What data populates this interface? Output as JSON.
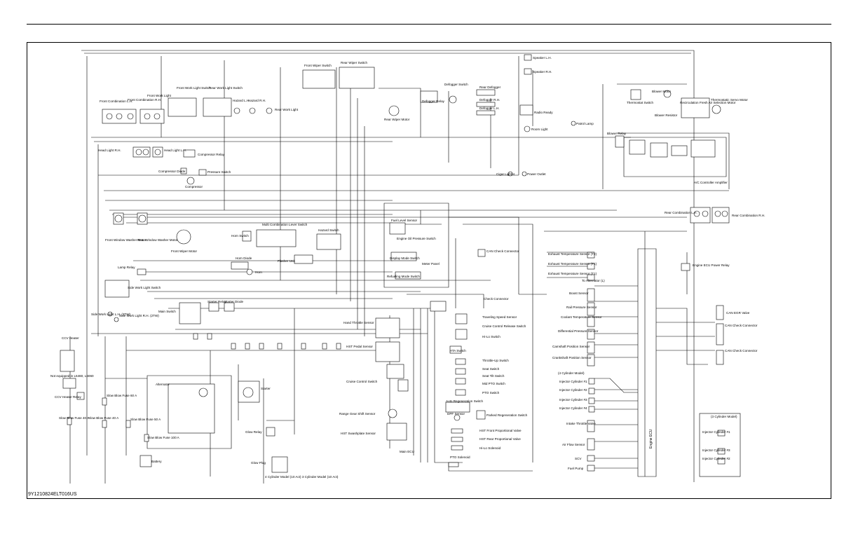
{
  "document": {
    "code": "9Y1210824ELT016US"
  },
  "labels": {
    "front_combination_lh": "Front Combination L.H.",
    "front_combination_rh": "Front Combination R.H.",
    "front_work_light": "Front Work Light",
    "front_work_light_switch": "Front Work Light Switch",
    "rear_work_light_switch": "Rear Work Light Switch",
    "hazard_lh": "Hazard L.H.",
    "hazard_rh": "Hazard R.H.",
    "rear_work_light": "Rear Work Light",
    "front_wiper_switch": "Front Wiper Switch",
    "rear_wiper_switch": "Rear Wiper Switch",
    "rear_wiper_motor": "Rear Wiper Motor",
    "defogger_switch": "Defogger Switch",
    "defogger_relay": "Defogger Relay",
    "rear_defogger": "Rear Defogger",
    "defogger_rh": "Defogger R.H.",
    "defogger_lh": "Defogger L.H.",
    "speaker_lh": "Speaker L.H.",
    "speaker_rh": "Speaker R.H.",
    "radio_ready": "Radio Ready",
    "room_light": "Room Light",
    "patrol_lamp": "Patrol Lamp",
    "blower_motor": "Blower Motor",
    "thermostat_switch": "Thermostat Switch",
    "blower_resistor": "Blower Resistor",
    "recirculation_motor": "Recirculation Fresh Air Selection Motor",
    "thermostatic_servo_motor": "Thermostatic Servo Motor",
    "blower_relay": "Blower Relay",
    "ac_amplifier": "A/C Controller Amplifier",
    "head_light_rh": "Head Light R.H.",
    "head_light_lh": "Head Light L.H.",
    "compressor_relay": "Compressor Relay",
    "compressor_diode": "Compressor Diode",
    "pressure_switch": "Pressure Switch",
    "compressor": "Compressor",
    "cigar_lighter": "Cigar Lighter",
    "power_outlet": "Power Outlet",
    "rear_combination_lh": "Rear Combination L.H.",
    "rear_combination_rh": "Rear Combination R.H.",
    "front_window_washer_motor": "Front Window Washer Motor",
    "rear_window_washer_motor": "Rear Window Washer Motor",
    "front_wiper_motor": "Front Wiper Motor",
    "horn_switch": "Horn Switch",
    "multi_combination_lever_switch": "Multi Combination Lever Switch",
    "hazard_switch": "Hazard Switch",
    "fuel_level_sensor": "Fuel Level Sensor",
    "engine_oil_pressure_switch": "Engine Oil Pressure Switch",
    "display_mode_switch": "Display Mode Switch",
    "meter_panel": "Meter Panel",
    "can_check_connector": "CAN Check Connector",
    "horn_diode": "Horn Diode",
    "horn": "Horn",
    "flasher_unit": "Flasher Unit",
    "refueling_mode_switch": "Refueling Mode Switch",
    "lamp_relay": "Lamp Relay",
    "side_work_light_switch": "Side Work Light Switch",
    "side_work_light_lh": "Side Work Light L.H. (2TW)",
    "side_work_light_rh": "Side Work Light R.H. (2TW)",
    "main_switch": "Main Switch",
    "starter_relay": "Starter Relay",
    "starter_diode": "Starter Diode",
    "check_connector": "Check Connector",
    "traveling_speed_sensor": "Traveling Speed Sensor",
    "cruise_control_release_switch": "Cruise Control Release Switch",
    "hi_lo_switch": "Hi-Lo Switch",
    "hand_throttle_sensor": "Hand Throttle Sensor",
    "hst_pedal_sensor": "HST Pedal Sensor",
    "cruise_control_switch": "Cruise Control Switch",
    "throttle_up_switch": "Throttle-Up Switch",
    "seat_switch": "Seat Switch",
    "seat_tilt_switch": "Seat Tilt Switch",
    "mid_pto_switch": "Mid PTO Switch",
    "pto_switch": "PTO Switch",
    "ata_switch": "ATA Switch",
    "auto_regeneration_switch": "Auto Regeneration Switch",
    "dpf_sensor": "DPF Sensor",
    "parked_regeneration_switch": "Parked Regeneration Switch",
    "range_gear_shift_sensor": "Range Gear Shift Sensor",
    "hst_swashplate_sensor": "HST Swashplate Sensor",
    "hst_front_valve": "HST Front Proportional Valve",
    "hst_rear_valve": "HST Rear Proportional Valve",
    "hi_lo_solenoid": "Hi-Lo Solenoid",
    "pto_solenoid": "PTO Solenoid",
    "main_ecu": "Main ECU",
    "ccv_heater": "CCV Heater",
    "ccv_note": "Not equipped in L6460, L6060",
    "ccv_heater_relay": "CCV Heater Relay",
    "slow_blow_fuse_40_a": "Slow Blow Fuse 40 A",
    "slow_blow_fuse_40_b": "Slow Blow Fuse 40 A",
    "slow_blow_fuse_60": "Slow Blow Fuse 60 A",
    "slow_blow_fuse_50": "Slow Blow Fuse 50 A",
    "slow_blow_fuse_100": "Slow Blow Fuse 100 A",
    "alternator": "Alternator",
    "starter": "Starter",
    "battery": "Battery",
    "glow_relay": "Glow Relay",
    "glow_plug": "Glow Plug",
    "glow_note": "4 Cylinder Model (10 Act) 3 Cylinder Model (10 Act)",
    "exhaust_temp_t2": "Exhaust Temperature Sensor (T2)",
    "exhaust_temp_t1": "Exhaust Temperature Sensor (T1)",
    "exhaust_temp_t0": "Exhaust Temperature Sensor (T1)",
    "to_alternator": "To Alternator (L)",
    "engine_ecu_power_relay": "Engine ECU Power Relay",
    "boost_sensor": "Boost Sensor",
    "rail_pressure_sensor": "Rail Pressure Sensor",
    "coolant_temp_sensor": "Coolant Temperature Sensor",
    "can_egr_valve": "CAN EGR Valve",
    "differential_pressure_sensor": "Differential Pressure Sensor",
    "camshaft_position_sensor": "Camshaft Position Sensor",
    "crankshaft_position_sensor": "Crankshaft Position Sensor",
    "can_check_connector_2": "CAN Check Connector",
    "can_check_connector_3": "CAN Check Connector",
    "four_cyl_model": "(4 Cylinder Model)",
    "injector_1": "Injector Cylinder #1",
    "injector_2": "Injector Cylinder #2",
    "injector_3": "Injector Cylinder #3",
    "injector_4": "Injector Cylinder #4",
    "intake_throttle_valve": "Intake Throttle Valve",
    "air_flow_sensor": "Air Flow Sensor",
    "scv": "SCV",
    "fuel_pump": "Fuel Pump",
    "engine_ecu": "Engine ECU",
    "three_cyl_model": "(3 Cylinder Model)",
    "inj3_1": "Injector Cylinder #1",
    "inj3_3": "Injector Cylinder #3",
    "inj3_2": "Injector Cylinder #2"
  }
}
